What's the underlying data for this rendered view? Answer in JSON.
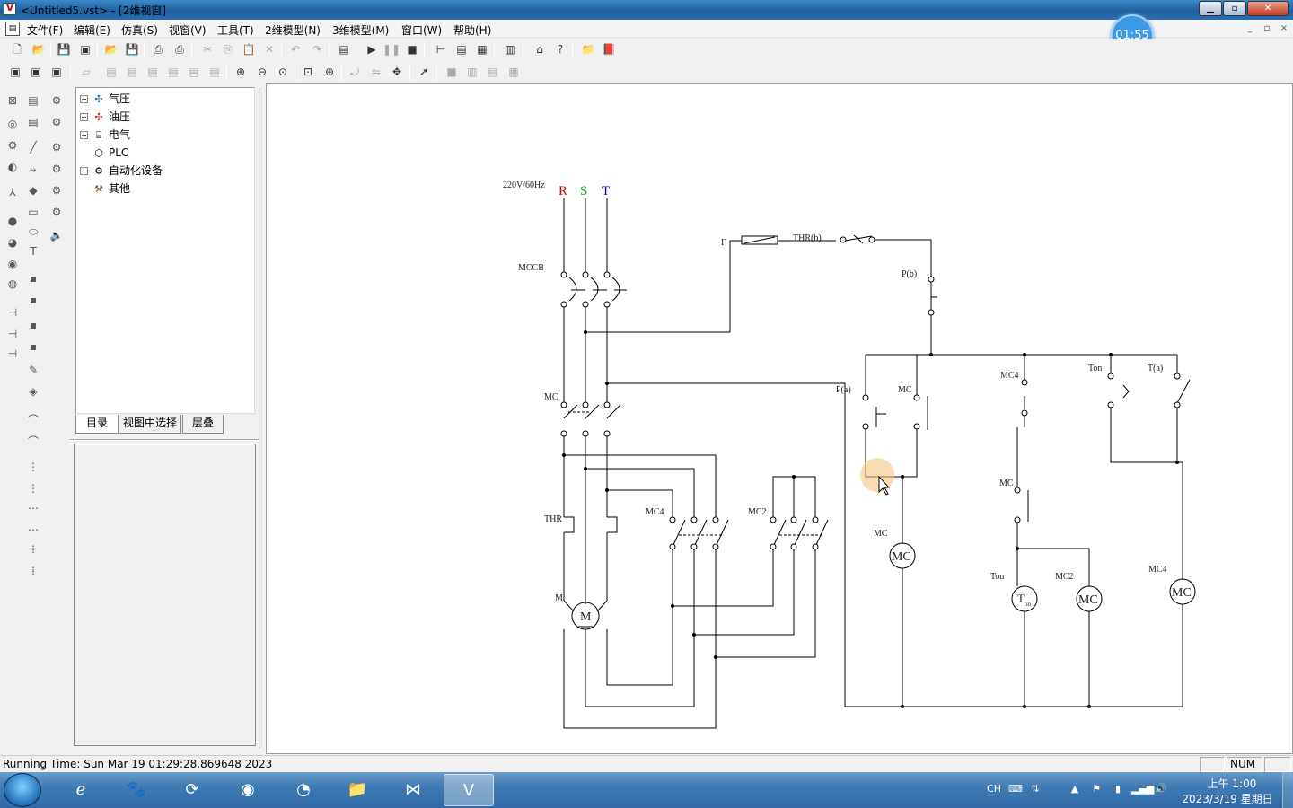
{
  "window": {
    "title": "<Untitled5.vst> - [2维视窗]",
    "title_icon": "V",
    "min_symbol": "▁",
    "max_symbol": "▫",
    "close_symbol": "✕"
  },
  "menu": [
    "文件(F)",
    "编辑(E)",
    "仿真(S)",
    "视窗(V)",
    "工具(T)",
    "2维模型(N)",
    "3维模型(M)",
    "窗口(W)",
    "帮助(H)"
  ],
  "mdi_controls": [
    "_",
    "▫",
    "×"
  ],
  "timer": "01:55",
  "toolbar1_icons": [
    "new-icon",
    "open-icon",
    "save-icon",
    "save-all-icon",
    "open-folder-icon",
    "save-as-icon",
    "print-preview-icon",
    "print-icon",
    "cut-icon",
    "copy-icon",
    "paste-icon",
    "delete-icon",
    "undo-icon",
    "redo-icon",
    "sim-settings-icon",
    "play-icon",
    "pause-icon",
    "stop-icon",
    "connect-icon",
    "properties-icon",
    "report-icon",
    "list-icon",
    "measure-icon",
    "help-icon",
    "folder-icon",
    "book-icon"
  ],
  "toolbar2_icons": [
    "view1-icon",
    "view2-icon",
    "view3-icon",
    "layer-icon",
    "align-left-icon",
    "align-center-icon",
    "align-right-icon",
    "front-icon",
    "back-icon",
    "group-icon",
    "zoom-in-icon",
    "zoom-out-icon",
    "zoom-fit-icon",
    "zoom-window-icon",
    "zoom-select-icon",
    "rotate-icon",
    "flip-icon",
    "move-icon",
    "pointer-icon",
    "grid1-icon",
    "grid2-icon",
    "grid3-icon",
    "grid4-icon"
  ],
  "tree": [
    {
      "label": "气压",
      "icon": "pneumatic-icon",
      "expandable": true
    },
    {
      "label": "油压",
      "icon": "hydraulic-icon",
      "expandable": true
    },
    {
      "label": "电气",
      "icon": "electric-icon",
      "expandable": true
    },
    {
      "label": "PLC",
      "icon": "plc-icon",
      "expandable": false
    },
    {
      "label": "自动化设备",
      "icon": "automation-icon",
      "expandable": true
    },
    {
      "label": "其他",
      "icon": "other-icon",
      "expandable": false
    }
  ],
  "tabs": [
    "目录",
    "视图中选择",
    "层叠"
  ],
  "diagram": {
    "supply": "220V/60Hz",
    "phase_r": "R",
    "phase_s": "S",
    "phase_t": "T",
    "mccb": "MCCB",
    "f": "F",
    "thr_b": "THR(b)",
    "p_b": "P(b)",
    "p_a": "P(a)",
    "mc_contact": "MC",
    "mc4_contact": "MC4",
    "ton_contact": "Ton",
    "t_a": "T(a)",
    "mc_main": "MC",
    "thr": "THR",
    "mc4_main": "MC4",
    "mc2_main": "MC2",
    "motor_label": "M",
    "motor_symbol": "M",
    "mc_self": "MC",
    "mc_coil_label": "MC",
    "mc_coil": "MC",
    "ton_coil_label": "Ton",
    "ton_coil": "T",
    "ton_coil_sub": "on",
    "mc2_coil_label": "MC2",
    "mc2_coil": "MC",
    "mc4_coil_label": "MC4",
    "mc4_coil": "MC"
  },
  "status": {
    "text": "Running Time: Sun Mar 19 01:29:28.869648 2023",
    "num": "NUM"
  },
  "taskbar": {
    "apps": [
      "ie-icon",
      "baidu-icon",
      "360-icon",
      "chrome-icon",
      "edge-icon",
      "folder-icon",
      "vs-icon",
      "automation-studio-icon"
    ],
    "lang": "CH",
    "time": "上午 1:00",
    "date": "2023/3/19 星期日"
  }
}
